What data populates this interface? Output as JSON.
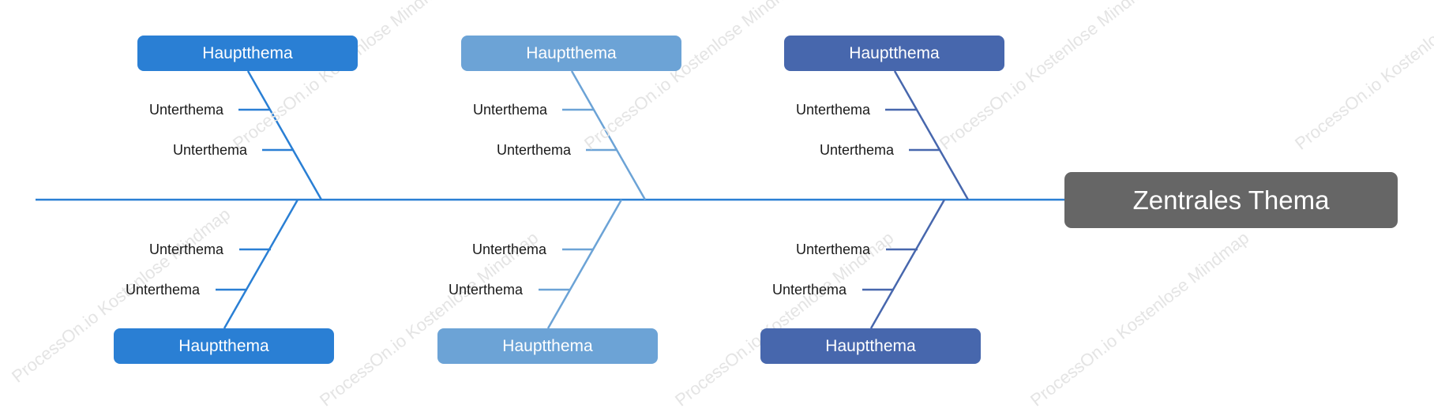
{
  "central_topic": {
    "label": "Zentrales Thema",
    "color": "#666666"
  },
  "branches": [
    {
      "label": "Hauptthema",
      "color": "#2a7fd4",
      "subtopics": [
        "Unterthema",
        "Unterthema"
      ]
    },
    {
      "label": "Hauptthema",
      "color": "#6ca3d6",
      "subtopics": [
        "Unterthema",
        "Unterthema"
      ]
    },
    {
      "label": "Hauptthema",
      "color": "#4767ad",
      "subtopics": [
        "Unterthema",
        "Unterthema"
      ]
    },
    {
      "label": "Hauptthema",
      "color": "#2a7fd4",
      "subtopics": [
        "Unterthema",
        "Unterthema"
      ]
    },
    {
      "label": "Hauptthema",
      "color": "#6ca3d6",
      "subtopics": [
        "Unterthema",
        "Unterthema"
      ]
    },
    {
      "label": "Hauptthema",
      "color": "#4767ad",
      "subtopics": [
        "Unterthema",
        "Unterthema"
      ]
    }
  ],
  "spine_color": "#2a7fd4",
  "watermark_texts": [
    "ProcessOn.io Kostenlose Mindmap"
  ]
}
